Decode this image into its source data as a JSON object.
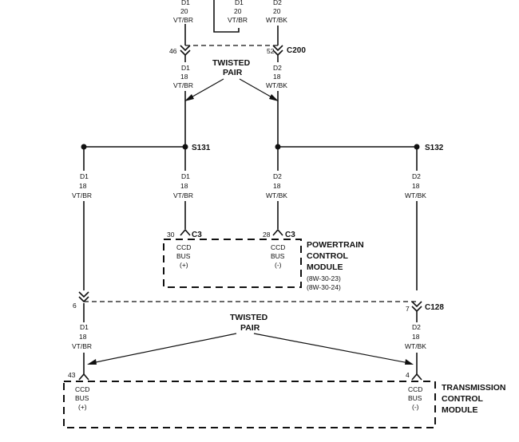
{
  "top_labels": {
    "left": [
      "D1",
      "20",
      "VT/BR"
    ],
    "mid": [
      "D1",
      "20",
      "VT/BR"
    ],
    "right": [
      "D2",
      "20",
      "WT/BK"
    ]
  },
  "c200": {
    "pin_left": "46",
    "pin_right": "52",
    "name": "C200"
  },
  "wire_after_c200": {
    "left": [
      "D1",
      "18",
      "VT/BR"
    ],
    "right": [
      "D2",
      "18",
      "WT/BK"
    ]
  },
  "twisted_pair_label": [
    "TWISTED",
    "PAIR"
  ],
  "splices": {
    "s131": "S131",
    "s132": "S132"
  },
  "branch_wires": {
    "far_left": [
      "D1",
      "18",
      "VT/BR"
    ],
    "left": [
      "D1",
      "18",
      "VT/BR"
    ],
    "right": [
      "D2",
      "18",
      "WT/BK"
    ],
    "far_right": [
      "D2",
      "18",
      "WT/BK"
    ]
  },
  "pcm": {
    "pin_left": "30",
    "conn_left": "C3",
    "pin_right": "28",
    "conn_right": "C3",
    "term_left": [
      "CCD",
      "BUS",
      "(+)"
    ],
    "term_right": [
      "CCD",
      "BUS",
      "(-)"
    ],
    "name": [
      "POWERTRAIN",
      "CONTROL",
      "MODULE"
    ],
    "refs": [
      "(8W-30-23)",
      "(8W-30-24)"
    ]
  },
  "c128": {
    "pin_left": "6",
    "pin_right": "7",
    "name": "C128"
  },
  "lower_wires": {
    "left": [
      "D1",
      "18",
      "VT/BR"
    ],
    "right": [
      "D2",
      "18",
      "WT/BK"
    ]
  },
  "tcm": {
    "pin_left": "43",
    "pin_right": "4",
    "term_left": [
      "CCD",
      "BUS",
      "(+)"
    ],
    "term_right": [
      "CCD",
      "BUS",
      "(-)"
    ],
    "name": [
      "TRANSMISSION",
      "CONTROL",
      "MODULE"
    ]
  }
}
